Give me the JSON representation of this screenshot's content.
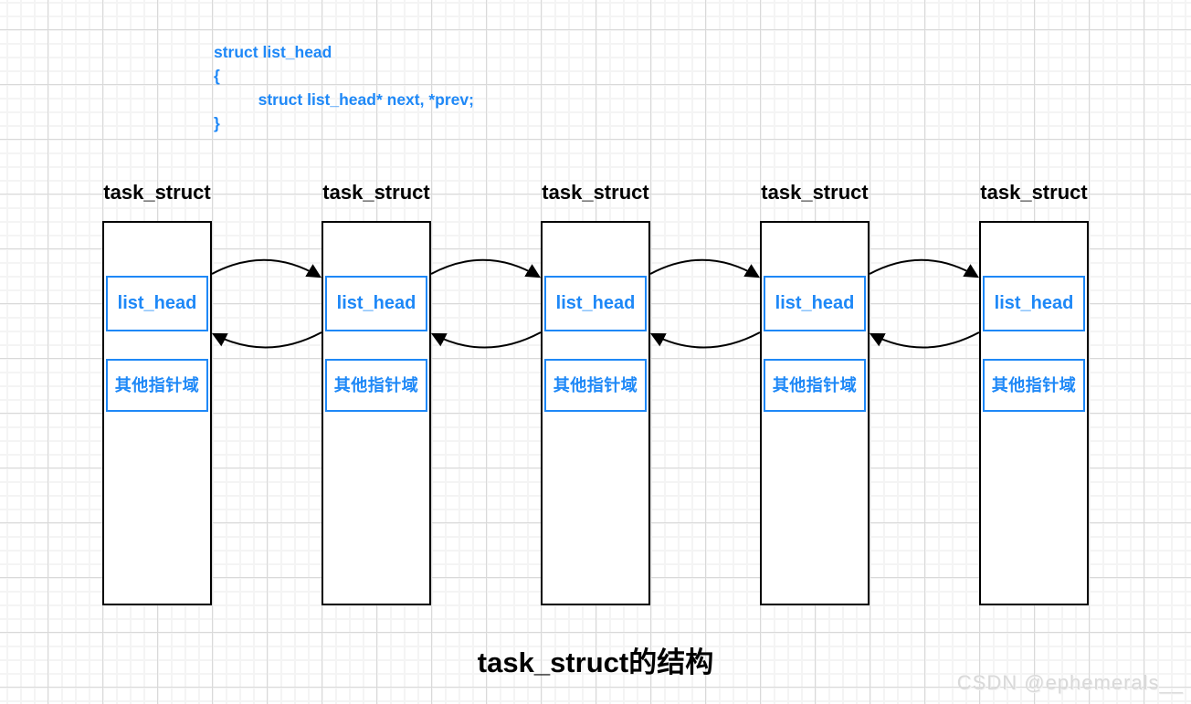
{
  "code_block": {
    "lines": [
      "struct list_head",
      "{",
      "          struct list_head* next, *prev;",
      "}"
    ]
  },
  "nodes": [
    {
      "title": "task_struct",
      "list_head": "list_head",
      "other": "其他指针域"
    },
    {
      "title": "task_struct",
      "list_head": "list_head",
      "other": "其他指针域"
    },
    {
      "title": "task_struct",
      "list_head": "list_head",
      "other": "其他指针域"
    },
    {
      "title": "task_struct",
      "list_head": "list_head",
      "other": "其他指针域"
    },
    {
      "title": "task_struct",
      "list_head": "list_head",
      "other": "其他指针域"
    }
  ],
  "caption": "task_struct的结构",
  "watermark": "CSDN @ephemerals__",
  "colors": {
    "accent_blue": "#1E88F7",
    "line_black": "#000000",
    "watermark_gray": "#D9D9D9"
  }
}
